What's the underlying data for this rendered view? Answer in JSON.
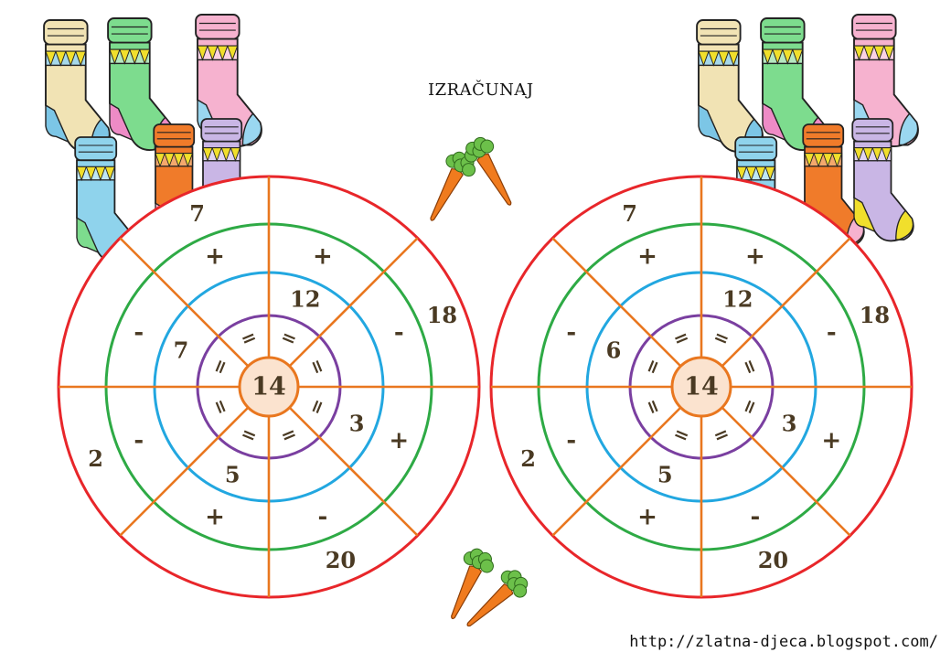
{
  "header": {
    "title": "IZRAČUNAJ"
  },
  "footer": {
    "url": "http://zlatna-djeca.blogspot.com/"
  },
  "center_value": "14",
  "wheels": [
    {
      "name": "left-wheel",
      "inner_numbers": [
        "12",
        "3",
        "5",
        "7"
      ],
      "operators": [
        "+",
        "-",
        "+",
        "-",
        "+",
        "-",
        "-",
        "+"
      ],
      "outer_numbers": [
        "18",
        "20",
        "2",
        "7"
      ]
    },
    {
      "name": "right-wheel",
      "inner_numbers": [
        "12",
        "3",
        "5",
        "6"
      ],
      "operators": [
        "+",
        "-",
        "+",
        "-",
        "+",
        "-",
        "-",
        "+"
      ],
      "outer_numbers": [
        "18",
        "20",
        "2",
        "7"
      ]
    }
  ],
  "equals_sign": "=",
  "colors": {
    "outer_ring": "#e8262a",
    "green_ring": "#2eaa45",
    "blue_ring": "#22a7e0",
    "purple_ring": "#7a3fa0",
    "spokes": "#e9771f",
    "center_fill": "#fbe3cf",
    "number_text": "#4a3a23"
  },
  "decorations": [
    "sock-illustration",
    "carrot-illustration"
  ]
}
